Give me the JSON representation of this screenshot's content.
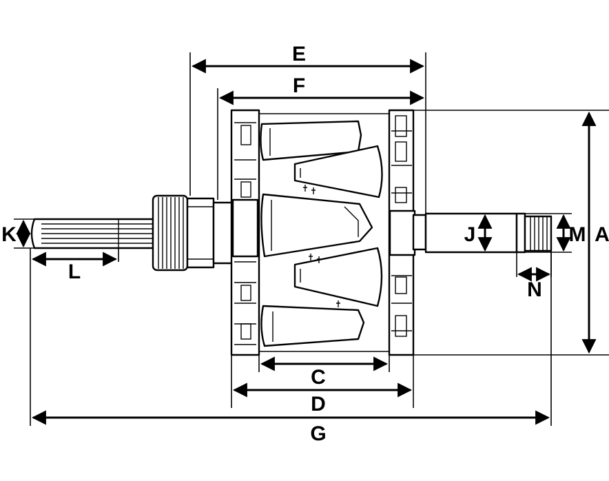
{
  "labels": {
    "A": "A",
    "C": "C",
    "D": "D",
    "E": "E",
    "F": "F",
    "G": "G",
    "J": "J",
    "K": "K",
    "L": "L",
    "M": "M",
    "N": "N"
  },
  "colors": {
    "line": "#000000",
    "background": "#ffffff"
  }
}
